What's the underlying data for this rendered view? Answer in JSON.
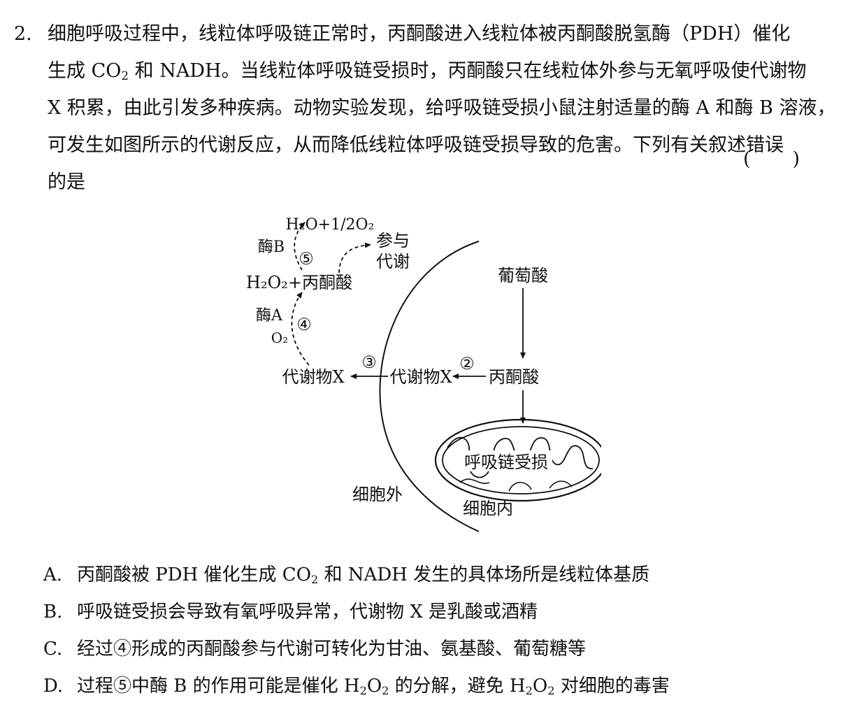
{
  "question": {
    "number": "2.",
    "lines": [
      "细胞呼吸过程中，线粒体呼吸链正常时，丙酮酸进入线粒体被丙酮酸脱氢酶（PDH）催化",
      "生成 CO<sub>2</sub> 和 NADH。当线粒体呼吸链受损时，丙酮酸只在线粒体外参与无氧呼吸使代谢物",
      "X 积累，由此引发多种疾病。动物实验发现，给呼吸链受损小鼠注射适量的酶 A 和酶 B 溶液，",
      "可发生如图所示的代谢反应，从而降低线粒体呼吸链受损导致的危害。下列有关叙述错误",
      "的是"
    ],
    "paren_open": "(",
    "paren_close": ")"
  },
  "diagram": {
    "h2o_half_o2": "H₂O+1/2O₂",
    "enzyme_b": "酶B",
    "step5": "⑤",
    "join_metabolism_1": "参与",
    "join_metabolism_2": "代谢",
    "h2o2_pyruvate": "H₂O₂+丙酮酸",
    "enzyme_a": "酶A",
    "step4": "④",
    "o2": "O₂",
    "metabolite_x_out": "代谢物X",
    "step3": "③",
    "metabolite_x_in": "代谢物X",
    "step2": "②",
    "pyruvate": "丙酮酸",
    "glucose": "葡萄酸",
    "resp_chain_damaged": "呼吸链受损",
    "outside_cell": "细胞外",
    "inside_cell": "细胞内"
  },
  "options": [
    {
      "letter": "A.",
      "text": "丙酮酸被 PDH 催化生成 CO<sub>2</sub> 和 NADH 发生的具体场所是线粒体基质"
    },
    {
      "letter": "B.",
      "text": "呼吸链受损会导致有氧呼吸异常，代谢物 X 是乳酸或酒精"
    },
    {
      "letter": "C.",
      "text": "经过④形成的丙酮酸参与代谢可转化为甘油、氨基酸、葡萄糖等"
    },
    {
      "letter": "D.",
      "text": "过程⑤中酶 B 的作用可能是催化 H<sub>2</sub>O<sub>2</sub> 的分解，避免 H<sub>2</sub>O<sub>2</sub> 对细胞的毒害"
    }
  ]
}
